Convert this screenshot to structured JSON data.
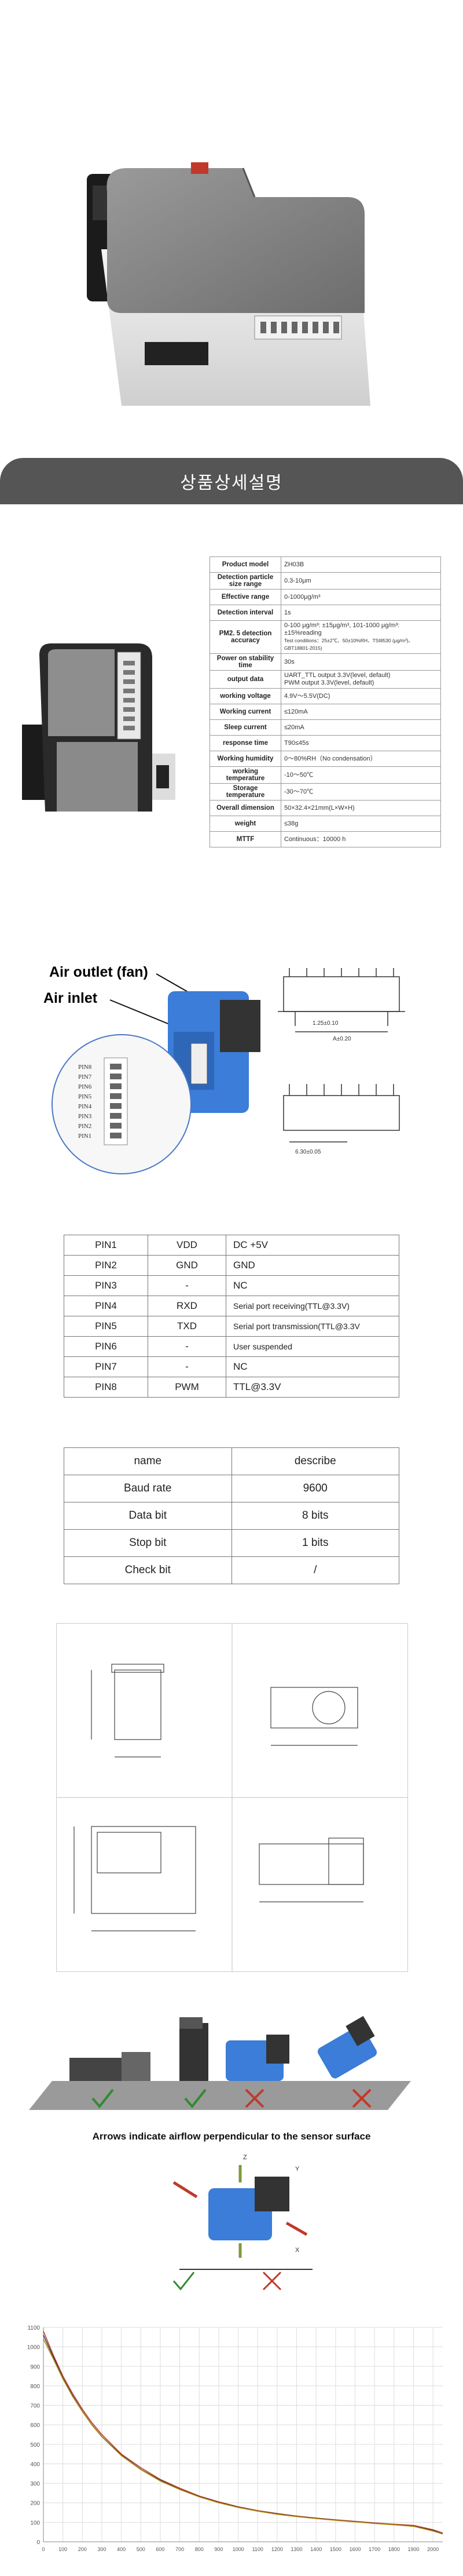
{
  "banner": {
    "title": "상품상세설명"
  },
  "spec": {
    "rows": [
      {
        "key": "Product model",
        "value": "ZH03B"
      },
      {
        "key": "Detection particle size range",
        "value": "0.3-10μm"
      },
      {
        "key": "Effective range",
        "value": "0-1000μg/m³"
      },
      {
        "key": "Detection interval",
        "value": "1s"
      },
      {
        "key": "PM2. 5 detection accuracy",
        "value": "0-100 μg/m³: ±15μg/m³, 101-1000 μg/m³: ±15%reading",
        "note": "Test conditions：25±2℃、50±10%RH、TSI8530 (μg/m³)、GBT18801-2015)"
      },
      {
        "key": "Power on stability time",
        "value": "30s"
      },
      {
        "key": "output data",
        "value": "UART_TTL output 3.3V(level, default)",
        "value2": "PWM output 3.3V(level, default)"
      },
      {
        "key": "working voltage",
        "value": "4.9V～5.5V(DC)"
      },
      {
        "key": "Working current",
        "value": "≤120mA"
      },
      {
        "key": "Sleep current",
        "value": "≤20mA"
      },
      {
        "key": "response time",
        "value": "T90≤45s"
      },
      {
        "key": "Working humidity",
        "value": "0～80%RH（No condensation）"
      },
      {
        "key": "working temperature",
        "value": "-10～50℃"
      },
      {
        "key": "Storage temperature",
        "value": "-30～70℃"
      },
      {
        "key": "Overall dimension",
        "value": "50×32.4×21mm(L×W×H)"
      },
      {
        "key": "weight",
        "value": "≤38g"
      },
      {
        "key": "MTTF",
        "value": "Continuous：10000 h"
      }
    ]
  },
  "pinout": {
    "air_outlet": "Air outlet (fan)",
    "air_inlet": "Air inlet",
    "pin_labels": [
      "PIN8",
      "PIN7",
      "PIN6",
      "PIN5",
      "PIN4",
      "PIN3",
      "PIN2",
      "PIN1"
    ],
    "dim1": "1.25±0.10",
    "dim2": "A±0.20",
    "dim3": "6.30±0.05"
  },
  "pins": [
    {
      "pin": "PIN1",
      "name": "VDD",
      "desc": "DC +5V"
    },
    {
      "pin": "PIN2",
      "name": "GND",
      "desc": "GND"
    },
    {
      "pin": "PIN3",
      "name": "-",
      "desc": "NC"
    },
    {
      "pin": "PIN4",
      "name": "RXD",
      "desc": "Serial port receiving(TTL@3.3V)"
    },
    {
      "pin": "PIN5",
      "name": "TXD",
      "desc": "Serial port transmission(TTL@3.3V"
    },
    {
      "pin": "PIN6",
      "name": "-",
      "desc": "User suspended"
    },
    {
      "pin": "PIN7",
      "name": "-",
      "desc": "NC"
    },
    {
      "pin": "PIN8",
      "name": "PWM",
      "desc": "TTL@3.3V"
    }
  ],
  "serial": {
    "header": {
      "name": "name",
      "describe": "describe"
    },
    "rows": [
      {
        "name": "Baud rate",
        "value": "9600"
      },
      {
        "name": "Data bit",
        "value": "8 bits"
      },
      {
        "name": "Stop bit",
        "value": "1 bits"
      },
      {
        "name": "Check bit",
        "value": "/"
      }
    ]
  },
  "airflow": {
    "title": "Arrows indicate airflow perpendicular to the sensor surface"
  },
  "chart_data": {
    "type": "line",
    "x_ticks": [
      "0",
      "100",
      "200",
      "300",
      "400",
      "500",
      "600",
      "700",
      "800",
      "900",
      "1000",
      "1100",
      "1200",
      "1300",
      "1400",
      "1500",
      "1600",
      "1700",
      "1800",
      "1900",
      "2000"
    ],
    "y_ticks": [
      "0",
      "100",
      "200",
      "300",
      "400",
      "500",
      "600",
      "700",
      "800",
      "900",
      "1000",
      "1100"
    ],
    "xlim": [
      0,
      2050
    ],
    "ylim": [
      0,
      1100
    ],
    "grid": true,
    "series": [
      {
        "color": "#c0392b",
        "x": [
          0,
          50,
          100,
          150,
          200,
          250,
          300,
          400,
          500,
          600,
          700,
          800,
          900,
          1000,
          1100,
          1200,
          1300,
          1400,
          1500,
          1600,
          1700,
          1800,
          1900,
          2000,
          2050
        ],
        "y": [
          1080,
          960,
          850,
          760,
          680,
          610,
          550,
          450,
          380,
          320,
          275,
          235,
          205,
          180,
          160,
          145,
          132,
          122,
          113,
          105,
          97,
          90,
          84,
          62,
          45
        ]
      },
      {
        "color": "#2c3e50",
        "x": [
          0,
          50,
          100,
          150,
          200,
          250,
          300,
          400,
          500,
          600,
          700,
          800,
          900,
          1000,
          1100,
          1200,
          1300,
          1400,
          1500,
          1600,
          1700,
          1800,
          1900,
          2000,
          2050
        ],
        "y": [
          1060,
          950,
          840,
          750,
          670,
          600,
          540,
          445,
          372,
          315,
          270,
          232,
          202,
          178,
          158,
          143,
          130,
          120,
          111,
          103,
          95,
          88,
          80,
          58,
          42
        ]
      },
      {
        "color": "#b8860b",
        "x": [
          0,
          50,
          100,
          150,
          200,
          250,
          300,
          400,
          500,
          600,
          700,
          800,
          900,
          1000,
          1100,
          1200,
          1300,
          1400,
          1500,
          1600,
          1700,
          1800,
          1900,
          2000,
          2050
        ],
        "y": [
          1040,
          940,
          835,
          745,
          668,
          598,
          538,
          442,
          370,
          312,
          268,
          230,
          200,
          176,
          157,
          141,
          129,
          119,
          110,
          102,
          94,
          87,
          79,
          55,
          40
        ]
      }
    ]
  }
}
